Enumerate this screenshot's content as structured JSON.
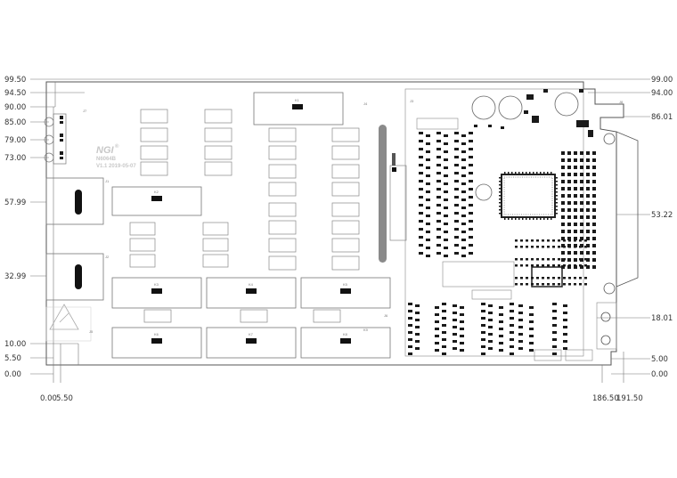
{
  "board": {
    "logo": "NGI",
    "logo_mark": "®",
    "model": "N6064B",
    "version": "V1.1  2019-05-07"
  },
  "dimensions": {
    "left": [
      "99.50",
      "94.50",
      "90.00",
      "85.00",
      "79.00",
      "73.00",
      "57.99",
      "32.99",
      "10.00",
      "5.50",
      "0.00"
    ],
    "right": [
      "99.00",
      "94.00",
      "86.01",
      "53.22",
      "18.01",
      "5.00",
      "0.00"
    ],
    "bottom": [
      "0.00",
      "5.50",
      "186.50",
      "191.50"
    ]
  },
  "connectors": {
    "J1": "J1",
    "J2": "J2",
    "J3": "J3",
    "J4": "J4",
    "J5": "J5",
    "J6": "J6",
    "J7": "J7",
    "J8": "J8"
  },
  "relays": [
    "K1",
    "K2",
    "K3",
    "K4",
    "K5",
    "K6",
    "K7",
    "K8",
    "K9"
  ],
  "colors": {
    "outline": "#555555",
    "silk": "#999999",
    "component": "#1a1a1a",
    "heat_bar": "#8a8a8a"
  }
}
